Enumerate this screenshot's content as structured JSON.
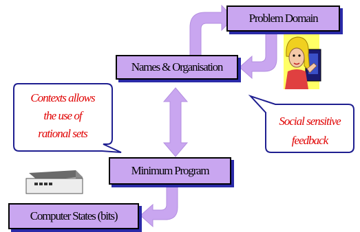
{
  "boxes": {
    "problem_domain": "Problem Domain",
    "names_organisation": "Names & Organisation",
    "minimum_program": "Minimum Program",
    "computer_states": "Computer States (bits)"
  },
  "callouts": {
    "contexts": [
      "Contexts allows",
      "the use of",
      "rational sets"
    ],
    "social": [
      "Social sensitive",
      "feedback"
    ]
  },
  "colors": {
    "box_fill": "#c9a6f0",
    "box_shadow": "#2a2aa8",
    "arrow": "#c9a6f0",
    "callout_text": "#e00000"
  },
  "icons": [
    "woman-at-computer-icon",
    "computer-box-icon"
  ]
}
